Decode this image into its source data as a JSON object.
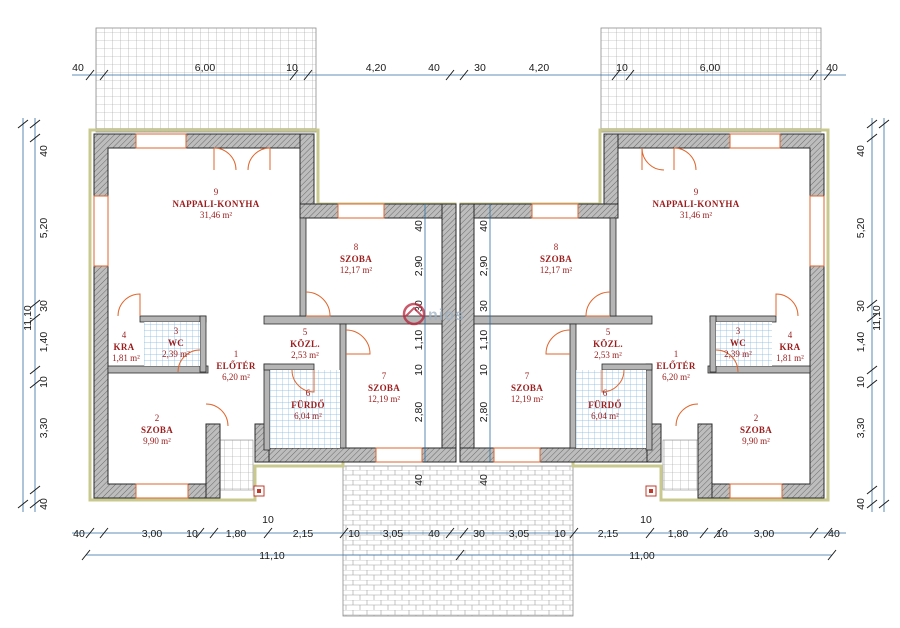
{
  "colors": {
    "wall": "#2a2a2a",
    "wall_fill": "#a9a9a9",
    "insulation": "#e4e5bd",
    "door": "#e0662e",
    "window": "#e0662e",
    "dimension": "#2f6ea3",
    "room_text": "#9b1c1c",
    "tile": "#7fb7df",
    "terrace": "#9a9a9a"
  },
  "watermark": {
    "brand": "nios",
    "icon": "house-logo-icon"
  },
  "top_dims": [
    {
      "text": "40"
    },
    {
      "text": "6,00"
    },
    {
      "text": "10"
    },
    {
      "text": "4,20"
    },
    {
      "text": "40"
    },
    {
      "text": "30"
    },
    {
      "text": "4,20"
    },
    {
      "text": "10"
    },
    {
      "text": "6,00"
    },
    {
      "text": "40"
    }
  ],
  "bottom_dims_1": [
    {
      "text": "40"
    },
    {
      "text": "3,00"
    },
    {
      "text": "10"
    },
    {
      "text": "1,80"
    },
    {
      "text": "2,15"
    },
    {
      "text": "10"
    },
    {
      "text": "3,05"
    },
    {
      "text": "40"
    },
    {
      "text": "30"
    },
    {
      "text": "3,05"
    },
    {
      "text": "10"
    },
    {
      "text": "2,15"
    },
    {
      "text": "1,80"
    },
    {
      "text": "10"
    },
    {
      "text": "3,00"
    },
    {
      "text": "40"
    }
  ],
  "bottom_dims_extra": [
    {
      "text": "10"
    },
    {
      "text": "10"
    }
  ],
  "bottom_totals": [
    {
      "text": "11,10"
    },
    {
      "text": "11,00"
    }
  ],
  "left_dims": [
    {
      "text": "40"
    },
    {
      "text": "5,20"
    },
    {
      "text": "30"
    },
    {
      "text": "1,40"
    },
    {
      "text": "10"
    },
    {
      "text": "3,30"
    },
    {
      "text": "40"
    }
  ],
  "left_total": "11,10",
  "right_dims": [
    {
      "text": "40"
    },
    {
      "text": "5,20"
    },
    {
      "text": "30"
    },
    {
      "text": "1,40"
    },
    {
      "text": "10"
    },
    {
      "text": "3,30"
    },
    {
      "text": "40"
    }
  ],
  "right_total": "11,10",
  "inner_left_dims": [
    {
      "text": "40"
    },
    {
      "text": "2,90"
    },
    {
      "text": "30"
    },
    {
      "text": "1,10"
    },
    {
      "text": "10"
    },
    {
      "text": "2,80"
    },
    {
      "text": "40"
    }
  ],
  "inner_right_dims": [
    {
      "text": "40"
    },
    {
      "text": "2,90"
    },
    {
      "text": "30"
    },
    {
      "text": "1,10"
    },
    {
      "text": "10"
    },
    {
      "text": "2,80"
    },
    {
      "text": "40"
    }
  ],
  "rooms_left": [
    {
      "num": "9",
      "name": "NAPPALI-KONYHA",
      "area": "31,46 m²"
    },
    {
      "num": "8",
      "name": "SZOBA",
      "area": "12,17 m²"
    },
    {
      "num": "4",
      "name": "KRA",
      "area": "1,81 m²"
    },
    {
      "num": "3",
      "name": "WC",
      "area": "2,39 m²"
    },
    {
      "num": "1",
      "name": "ELŐTÉR",
      "area": "6,20 m²"
    },
    {
      "num": "5",
      "name": "KÖZL.",
      "area": "2,53 m²"
    },
    {
      "num": "6",
      "name": "FÜRDŐ",
      "area": "6,04 m²"
    },
    {
      "num": "7",
      "name": "SZOBA",
      "area": "12,19 m²"
    },
    {
      "num": "2",
      "name": "SZOBA",
      "area": "9,90 m²"
    }
  ],
  "rooms_right": [
    {
      "num": "9",
      "name": "NAPPALI-KONYHA",
      "area": "31,46 m²"
    },
    {
      "num": "8",
      "name": "SZOBA",
      "area": "12,17 m²"
    },
    {
      "num": "5",
      "name": "KÖZL.",
      "area": "2,53 m²"
    },
    {
      "num": "3",
      "name": "WC",
      "area": "2,39 m²"
    },
    {
      "num": "4",
      "name": "KRA",
      "area": "1,81 m²"
    },
    {
      "num": "1",
      "name": "ELŐTÉR",
      "area": "6,20 m²"
    },
    {
      "num": "7",
      "name": "SZOBA",
      "area": "12,19 m²"
    },
    {
      "num": "6",
      "name": "FÜRDŐ",
      "area": "6,04 m²"
    },
    {
      "num": "2",
      "name": "SZOBA",
      "area": "9,90 m²"
    }
  ]
}
